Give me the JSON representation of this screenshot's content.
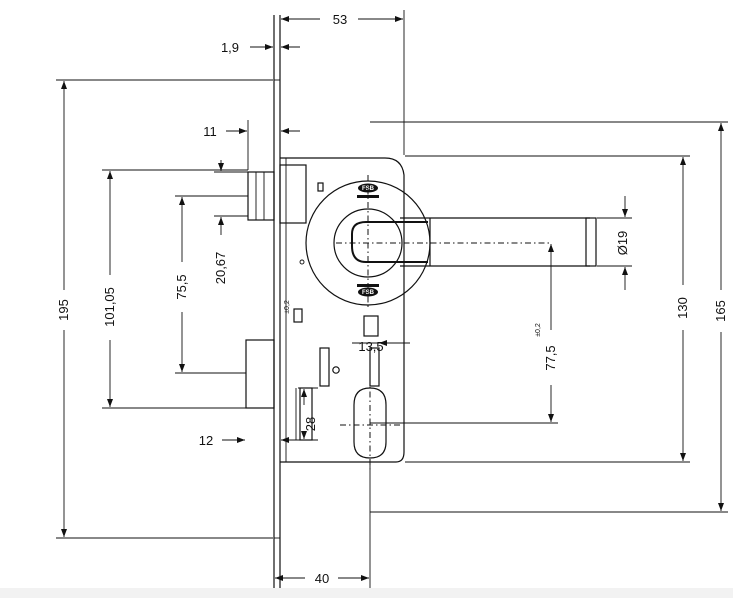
{
  "dimensions": {
    "d53": "53",
    "d1_9": "1,9",
    "d11": "11",
    "d195": "195",
    "d101_05": "101,05",
    "d75_5": "75,5",
    "d20_67": "20,67",
    "d12": "12",
    "d28": "28",
    "d13_5": "13,5",
    "d40": "40",
    "d130": "130",
    "d165": "165",
    "d77_5": "77,5",
    "tol_77_5": "±0,2",
    "d19": "Ø19",
    "tol_small": "±0,2"
  },
  "logos": {
    "top": "FSB",
    "bottom": "FSB"
  },
  "colors": {
    "line": "#111111",
    "background": "#ffffff"
  }
}
